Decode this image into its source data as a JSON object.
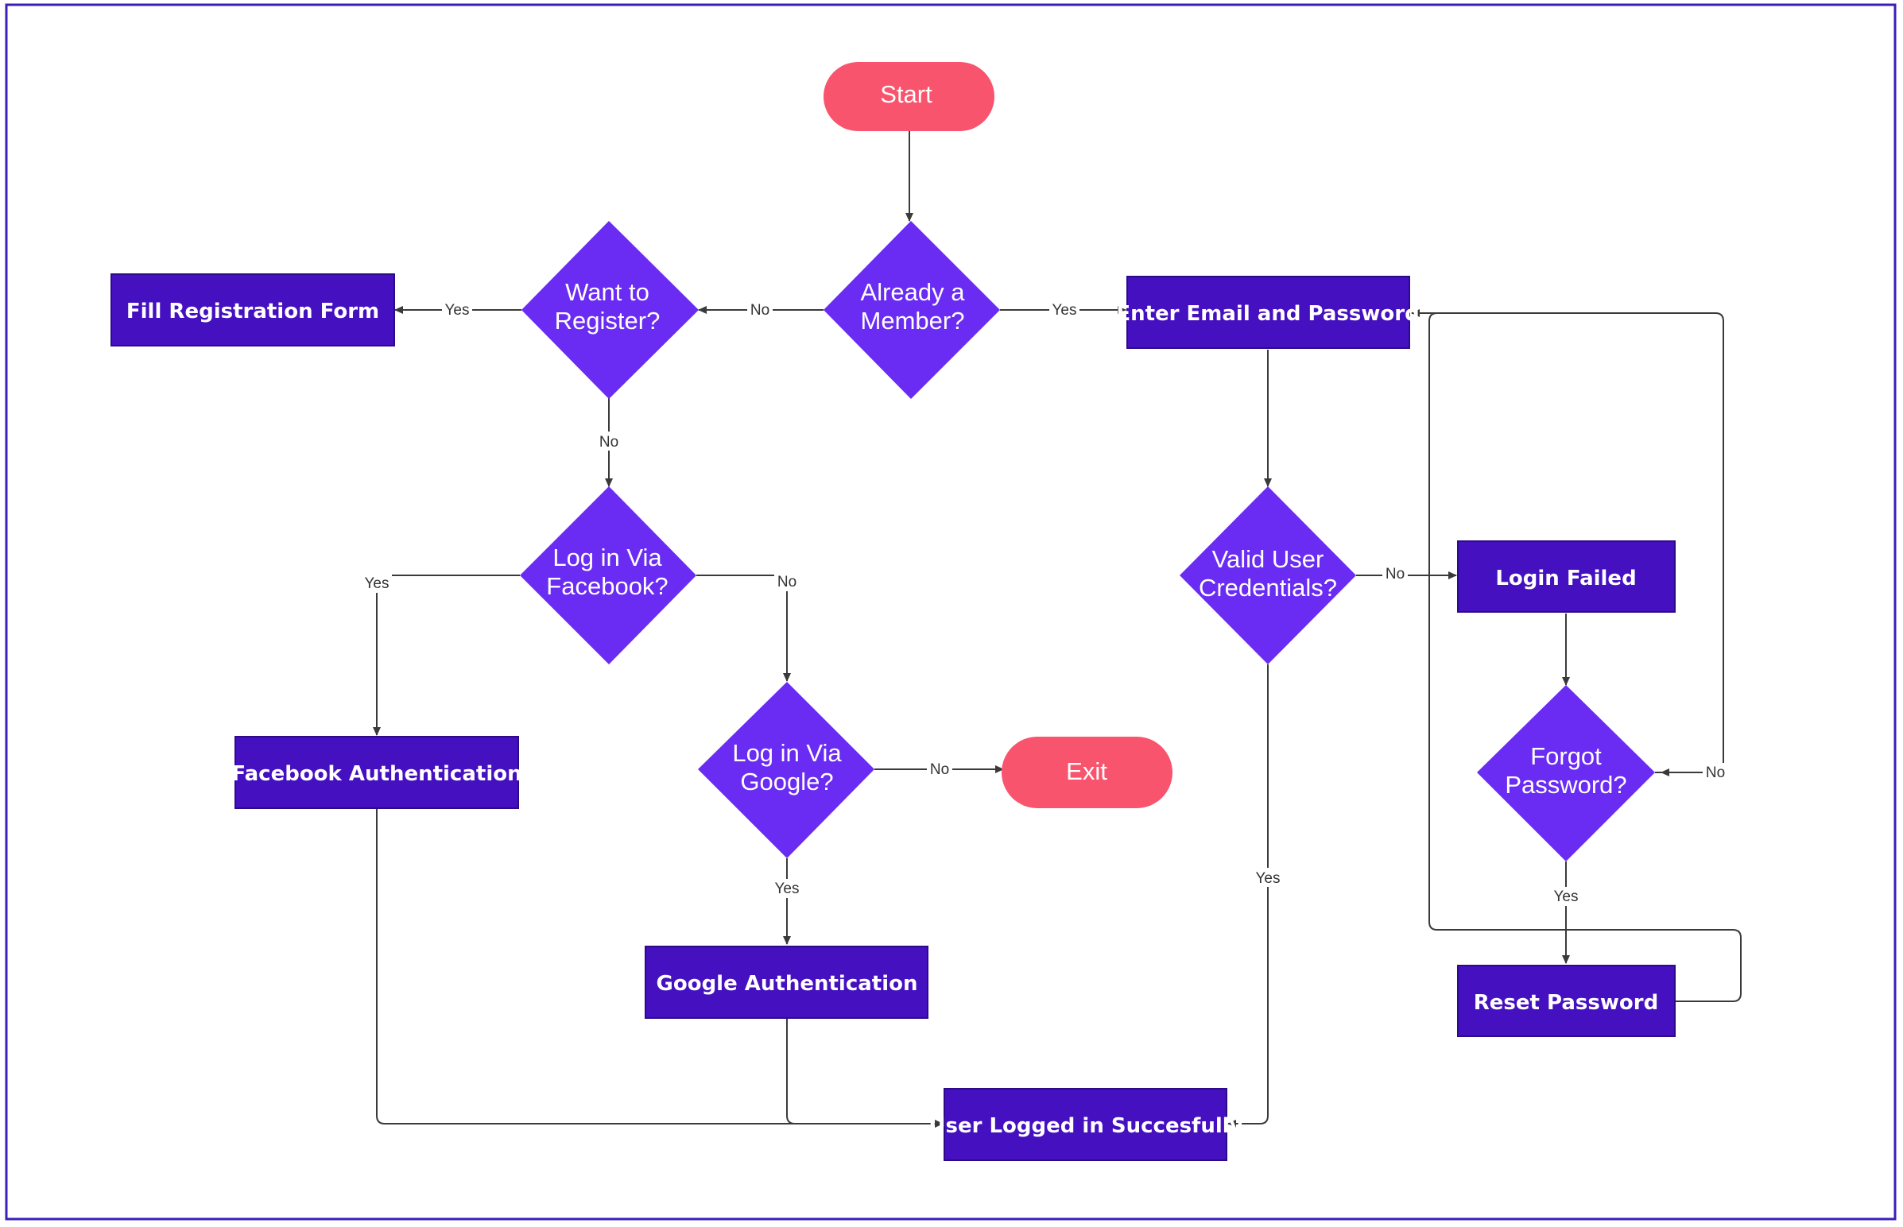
{
  "colors": {
    "terminal": "#f9546d",
    "process": "#4410c0",
    "decision": "#6a2cf3",
    "border": "#3b1fb8",
    "edge": "#3a3a3a"
  },
  "nodes": {
    "start": "Start",
    "already_member": [
      "Already a",
      "Member?"
    ],
    "want_register": [
      "Want to",
      "Register?"
    ],
    "fill_registration": "Fill Registration Form",
    "login_facebook": [
      "Log in Via",
      "Facebook?"
    ],
    "facebook_auth": "Facebook Authentication",
    "login_google": [
      "Log in Via",
      "Google?"
    ],
    "exit": "Exit",
    "google_auth": "Google Authentication",
    "user_logged_in": "User Logged in Succesfully",
    "enter_email": "Enter Email and Password",
    "valid_credentials": [
      "Valid User",
      "Credentials?"
    ],
    "login_failed": "Login Failed",
    "forgot_password": [
      "Forgot",
      "Password?"
    ],
    "reset_password": "Reset Password"
  },
  "edge_labels": {
    "member_no": "No",
    "member_yes": "Yes",
    "register_yes": "Yes",
    "register_no": "No",
    "facebook_yes": "Yes",
    "facebook_no": "No",
    "google_no": "No",
    "google_yes": "Yes",
    "credentials_no": "No",
    "credentials_yes": "Yes",
    "forgot_no": "No",
    "forgot_yes": "Yes"
  }
}
